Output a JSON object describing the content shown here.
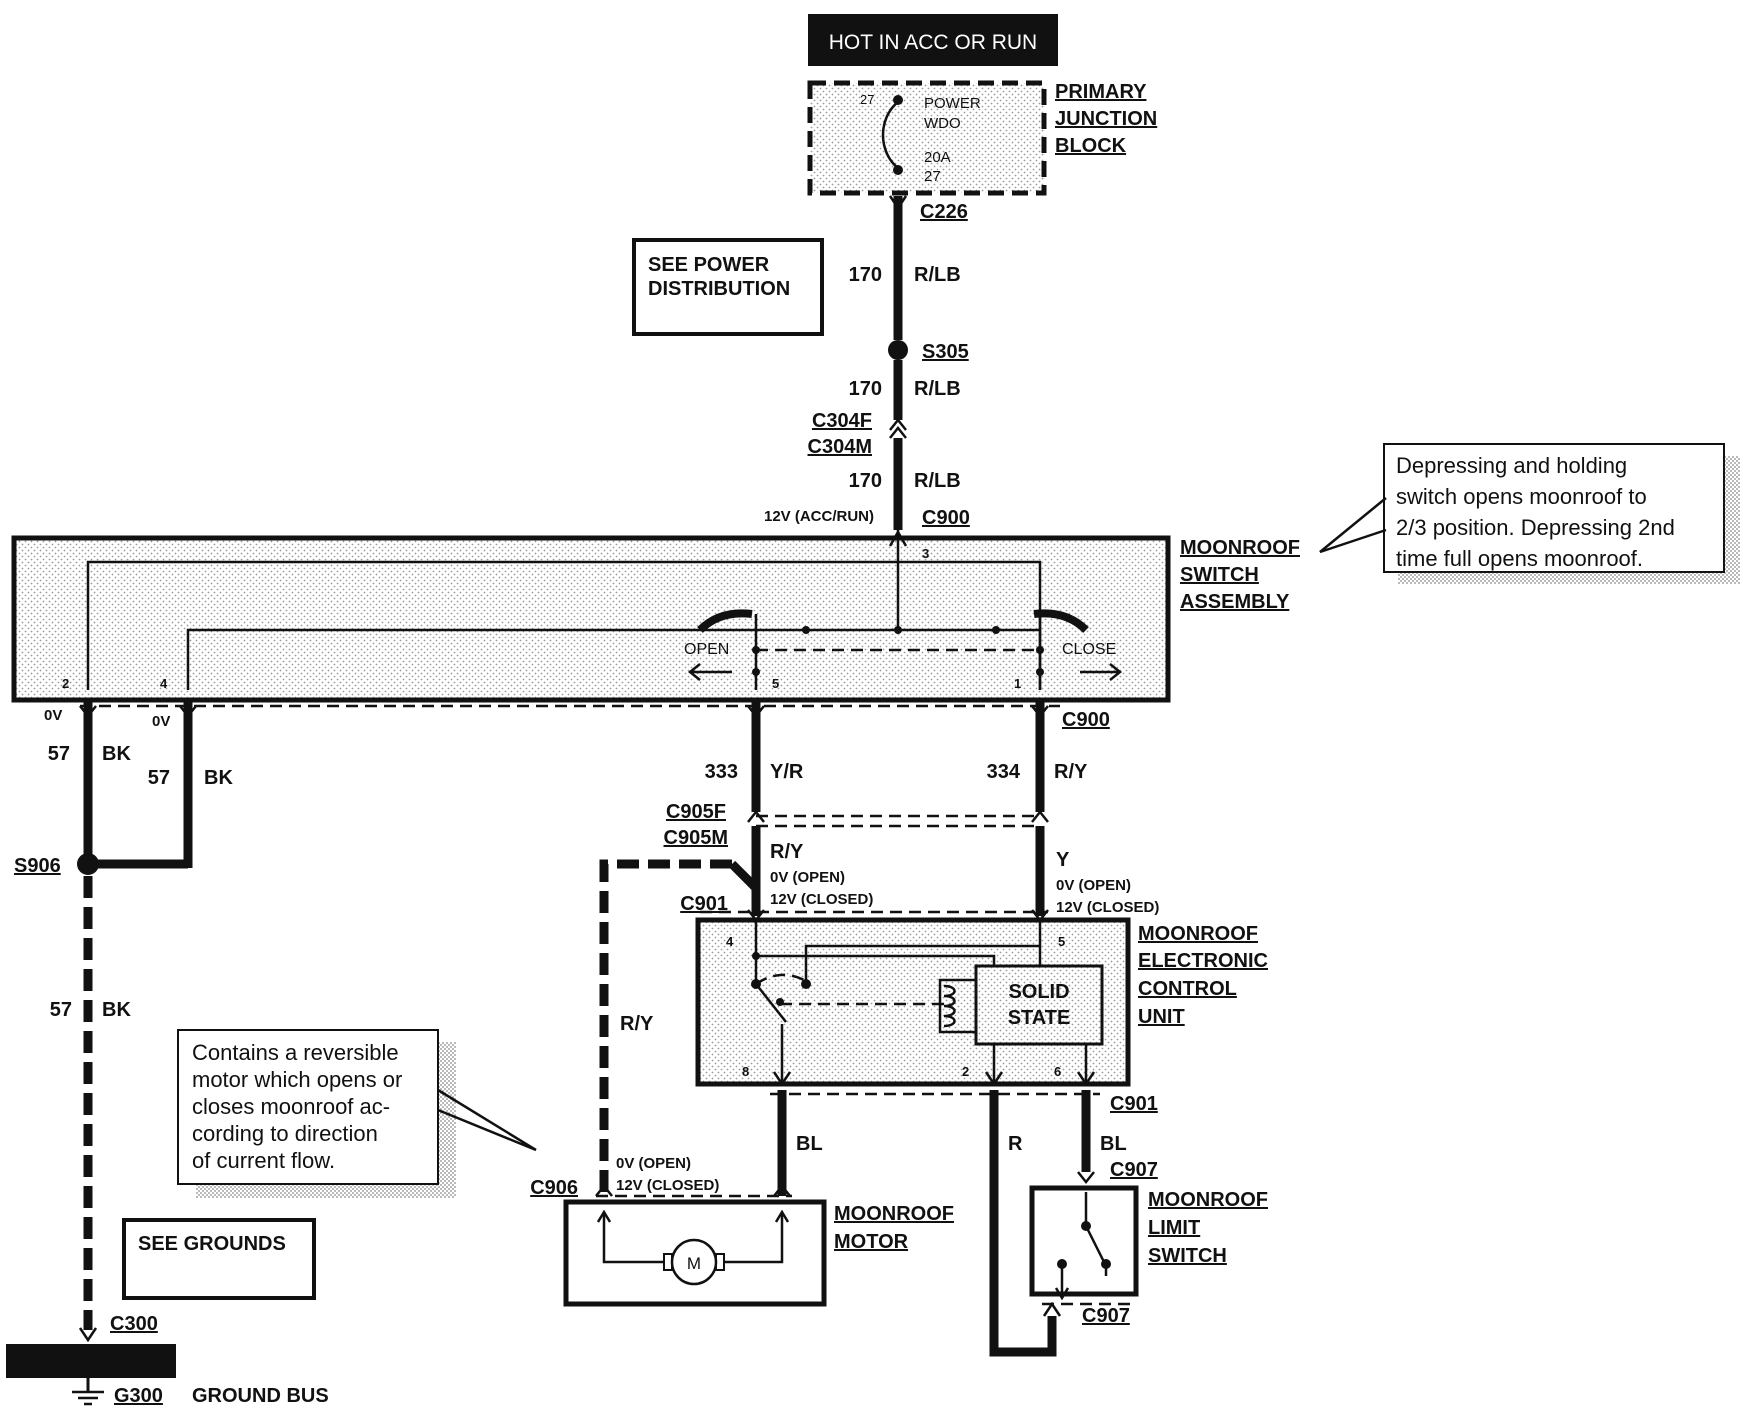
{
  "power_header": "HOT IN ACC OR RUN",
  "junction_block": {
    "label_lines": [
      "PRIMARY",
      "JUNCTION",
      "BLOCK"
    ],
    "fuse_pin_top": "27",
    "fuse_name_1": "POWER",
    "fuse_name_2": "WDO",
    "fuse_rating": "20A",
    "fuse_pin_bottom": "27"
  },
  "see_power_lines": [
    "SEE POWER",
    "DISTRIBUTION"
  ],
  "see_grounds": "SEE GROUNDS",
  "connectors": {
    "c226": "C226",
    "s305": "S305",
    "c304f": "C304F",
    "c304m": "C304M",
    "c900_top": "C900",
    "c900_bottom": "C900",
    "s906": "S906",
    "c905f": "C905F",
    "c905m": "C905M",
    "c901_top": "C901",
    "c901_bottom": "C901",
    "c906": "C906",
    "c907_top": "C907",
    "c907_bottom": "C907",
    "c300": "C300",
    "g300": "G300"
  },
  "ground_bus_label": "GROUND BUS",
  "wires": {
    "w170_a_num": "170",
    "w170_a_color": "R/LB",
    "w170_b_num": "170",
    "w170_b_color": "R/LB",
    "w170_c_num": "170",
    "w170_c_color": "R/LB",
    "acc_run_voltage": "12V (ACC/RUN)",
    "w57_a_num": "57",
    "w57_a_color": "BK",
    "w57_b_num": "57",
    "w57_b_color": "BK",
    "w57_c_num": "57",
    "w57_c_color": "BK",
    "zero_v_left": "0V",
    "zero_v_right": "0V",
    "w333_num": "333",
    "w333_color": "Y/R",
    "w334_num": "334",
    "w334_color": "R/Y",
    "ry_below_c905": "R/Y",
    "y_below_c905": "Y",
    "ry_motor_feed": "R/Y",
    "bl_motor": "BL",
    "r_limit": "R",
    "bl_limit": "BL",
    "open_closed_a_1": "0V (OPEN)",
    "open_closed_a_2": "12V (CLOSED)",
    "open_closed_b_1": "0V (OPEN)",
    "open_closed_b_2": "12V (CLOSED)",
    "open_closed_c_1": "0V (OPEN)",
    "open_closed_c_2": "12V (CLOSED)"
  },
  "switch_assembly": {
    "label_lines": [
      "MOONROOF",
      "SWITCH",
      "ASSEMBLY"
    ],
    "open_label": "OPEN",
    "close_label": "CLOSE",
    "pin_2": "2",
    "pin_4": "4",
    "pin_3": "3",
    "pin_5": "5",
    "pin_1": "1"
  },
  "switch_note_lines": [
    "Depressing and holding",
    "switch opens moonroof to",
    "2/3 position. Depressing 2nd",
    "time full opens moonroof."
  ],
  "ecu": {
    "label_lines": [
      "MOONROOF",
      "ELECTRONIC",
      "CONTROL",
      "UNIT"
    ],
    "solid_state_1": "SOLID",
    "solid_state_2": "STATE",
    "pin_4": "4",
    "pin_5": "5",
    "pin_8": "8",
    "pin_2": "2",
    "pin_6": "6"
  },
  "motor_note_lines": [
    "Contains a reversible",
    "motor which opens or",
    "closes moonroof ac-",
    "cording to direction",
    "of current flow."
  ],
  "motor": {
    "label_lines": [
      "MOONROOF",
      "MOTOR"
    ],
    "symbol": "M"
  },
  "limit_switch": {
    "label_lines": [
      "MOONROOF",
      "LIMIT",
      "SWITCH"
    ]
  }
}
